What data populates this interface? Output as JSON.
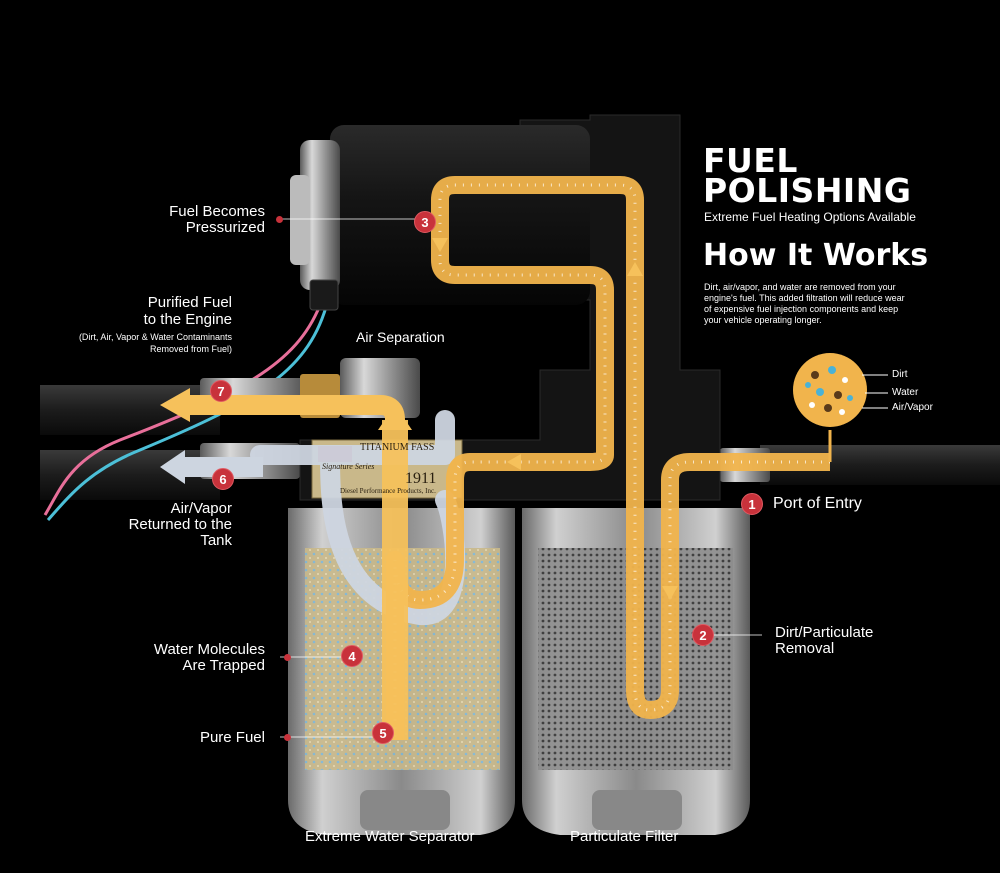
{
  "header": {
    "title_line1": "FUEL",
    "title_line2": "POLISHING",
    "subtitle": "Extreme Fuel Heating Options Available",
    "how_title": "How It Works",
    "description": "Dirt, air/vapor, and water are removed from your engine's fuel. This added filtration will reduce wear of expensive fuel injection components and keep your vehicle operating longer."
  },
  "legend": {
    "items": [
      {
        "label": "Dirt",
        "color": "#5a3a1a"
      },
      {
        "label": "Water",
        "color": "#4ab2d6"
      },
      {
        "label": "Air/Vapor",
        "color": "#ffffff"
      }
    ]
  },
  "steps": [
    {
      "number": "1",
      "label": "Port of Entry"
    },
    {
      "number": "2",
      "label_line1": "Dirt/Particulate",
      "label_line2": "Removal"
    },
    {
      "number": "3",
      "label_line1": "Fuel Becomes",
      "label_line2": "Pressurized"
    },
    {
      "number": "4",
      "label_line1": "Water Molecules",
      "label_line2": "Are Trapped"
    },
    {
      "number": "5",
      "label": "Pure Fuel"
    },
    {
      "number": "6",
      "label_line1": "Air/Vapor",
      "label_line2": "Returned to the",
      "label_line3": "Tank"
    },
    {
      "number": "7",
      "label_line1": "Purified Fuel",
      "label_line2": "to the Engine",
      "note_line1": "(Dirt, Air, Vapor & Water Contaminants",
      "note_line2": "Removed from Fuel)"
    }
  ],
  "labels": {
    "air_separation": "Air Separation",
    "water_separator": "Extreme Water Separator",
    "particulate_filter": "Particulate Filter"
  },
  "plate": {
    "line1": "TITANIUM FASS",
    "line2": "Signature Series",
    "serial": "1911",
    "maker": "Diesel Performance Products, Inc."
  },
  "colors": {
    "fuel_flow": "#f1b44c",
    "vapor_flow": "#cdd5e0",
    "badge": "#c8323b",
    "background": "#000000"
  }
}
